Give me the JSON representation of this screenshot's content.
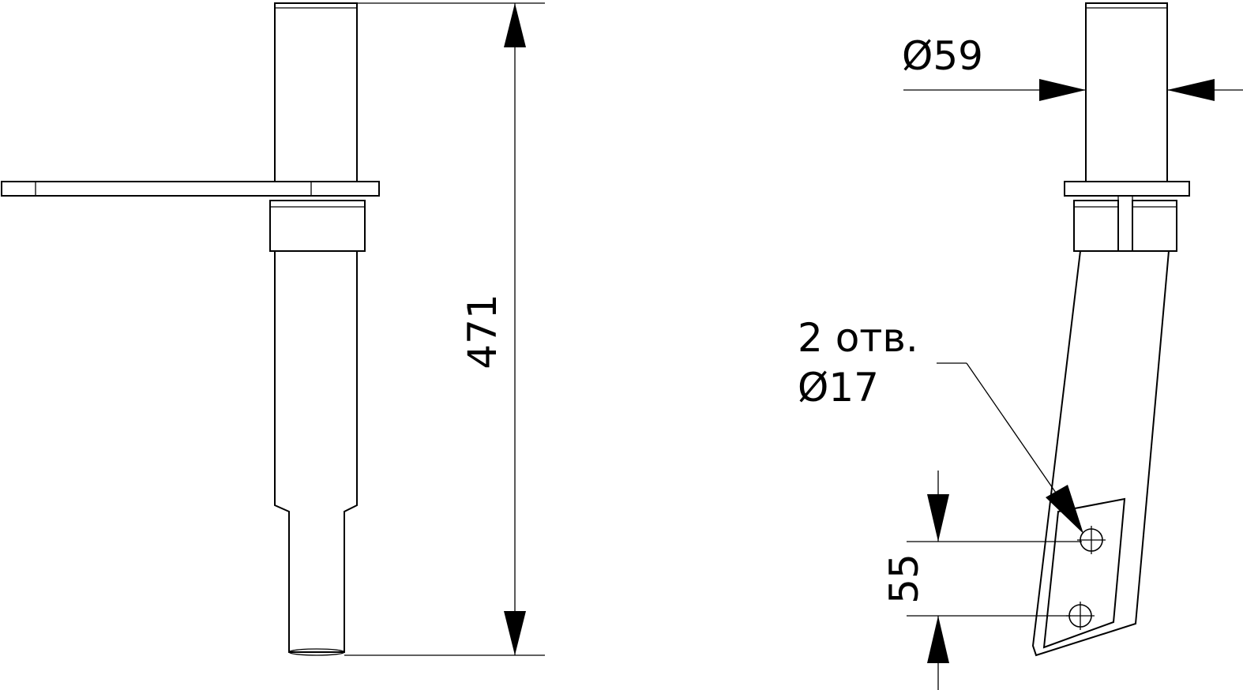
{
  "drawing": {
    "line_color": "#000000",
    "background": "#ffffff",
    "dimensions": {
      "overall_height": "471",
      "shaft_diameter": "Ø59",
      "holes_count": "2 отв.",
      "hole_diameter": "Ø17",
      "hole_spacing": "55"
    }
  }
}
